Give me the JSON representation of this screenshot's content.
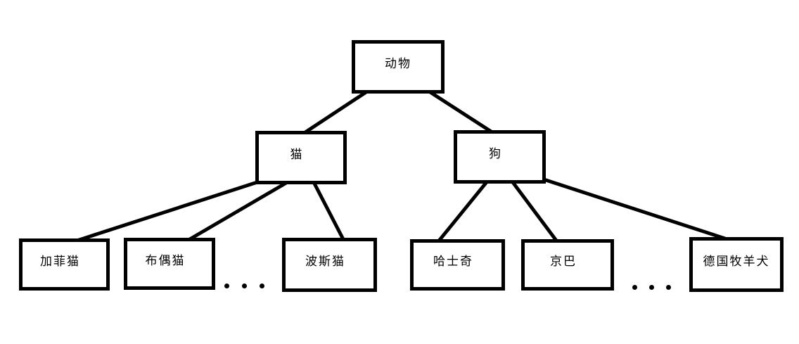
{
  "diagram": {
    "type": "tree",
    "background_color": "#ffffff",
    "node_border_color": "#000000",
    "node_fill_color": "#ffffff",
    "edge_color": "#000000",
    "text_color": "#000000",
    "nodes": [
      {
        "id": "animal",
        "label": "动物",
        "parent": null,
        "level": 1
      },
      {
        "id": "cat",
        "label": "猫",
        "parent": "动物",
        "level": 2
      },
      {
        "id": "dog",
        "label": "狗",
        "parent": "动物",
        "level": 2
      },
      {
        "id": "garfield-cat",
        "label": "加菲猫",
        "parent": "猫",
        "level": 3
      },
      {
        "id": "ragdoll-cat",
        "label": "布偶猫",
        "parent": "猫",
        "level": 3
      },
      {
        "id": "persian-cat",
        "label": "波斯猫",
        "parent": "猫",
        "level": 3
      },
      {
        "id": "husky",
        "label": "哈士奇",
        "parent": "狗",
        "level": 3
      },
      {
        "id": "pekingese",
        "label": "京巴",
        "parent": "狗",
        "level": 3
      },
      {
        "id": "german-shepherd",
        "label": "德国牧羊犬",
        "parent": "狗",
        "level": 3
      }
    ],
    "edges": [
      {
        "from": "动物",
        "to": "猫"
      },
      {
        "from": "动物",
        "to": "狗"
      },
      {
        "from": "猫",
        "to": "加菲猫"
      },
      {
        "from": "猫",
        "to": "布偶猫"
      },
      {
        "from": "猫",
        "to": "波斯猫"
      },
      {
        "from": "狗",
        "to": "哈士奇"
      },
      {
        "from": "狗",
        "to": "京巴"
      },
      {
        "from": "狗",
        "to": "德国牧羊犬"
      }
    ],
    "ellipses": [
      {
        "between": [
          "布偶猫",
          "波斯猫"
        ],
        "symbol": "…"
      },
      {
        "between": [
          "京巴",
          "德国牧羊犬"
        ],
        "symbol": "…"
      }
    ]
  }
}
